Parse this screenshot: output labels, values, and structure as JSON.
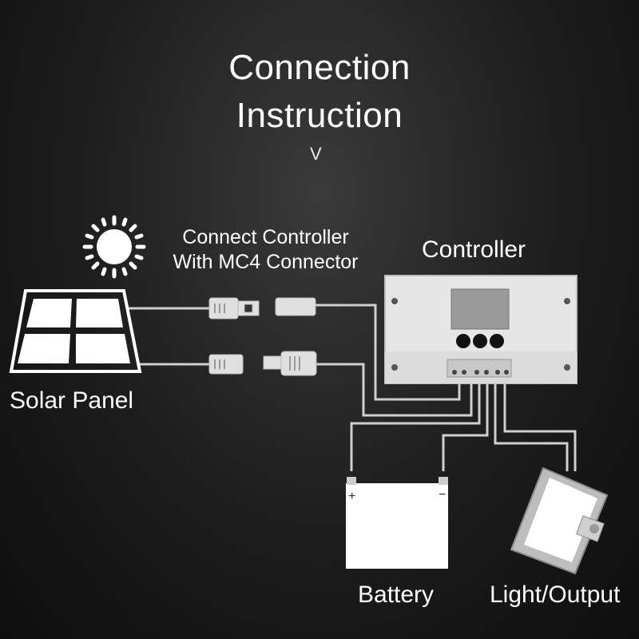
{
  "title": {
    "line1": "Connection",
    "line2": "Instruction"
  },
  "chevron_glyph": "V",
  "labels": {
    "mc4_line1": "Connect Controller",
    "mc4_line2": "With MC4 Connector",
    "controller": "Controller",
    "solar_panel": "Solar Panel",
    "battery": "Battery",
    "light_output": "Light/Output"
  },
  "battery_terminals": {
    "positive": "+",
    "negative": "−"
  },
  "icons": [
    "sun-icon",
    "solar-panel-icon",
    "mc4-connector-icon",
    "controller-icon",
    "battery-icon",
    "floodlight-icon"
  ],
  "colors": {
    "background": "#161616",
    "line": "#d0d0d0",
    "fill": "#ffffff"
  }
}
